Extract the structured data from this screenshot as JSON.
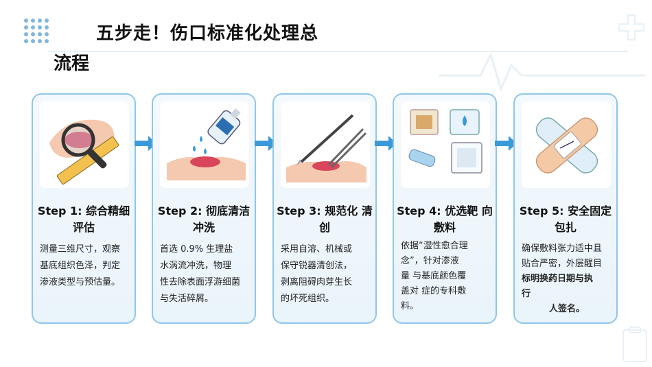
{
  "title": {
    "line1": "五步走！伤口标准化处理总",
    "line2": "流程"
  },
  "steps": [
    {
      "heading": "Step   1: 综合精细评估",
      "desc_lines": [
        "测量三维尺寸，观察",
        "基底组织色泽，判定",
        "渗液类型与预估量。"
      ],
      "icon": "magnifier-ruler-wound-icon"
    },
    {
      "heading": "Step  2: 彻底清洁冲洗",
      "desc_lines": [
        "首选 0.9% 生理盐",
        "水涡流冲洗，物理",
        "性去除表面浮游细菌",
        "与失活碎屑。"
      ],
      "icon": "saline-bottle-icon"
    },
    {
      "heading": "Step   3: 规范化  清创",
      "desc_lines": [
        "采用自溶、机械或",
        "保守锐器清创法，",
        "剥离阻碍肉芽生长",
        "的坏死组织。"
      ],
      "icon": "scalpel-forceps-icon"
    },
    {
      "heading": "Step   4: 优选靶  向敷料",
      "desc_lines": [
        "依据“湿性愈合理",
        "念”，针对渗液",
        "量  与基底颜色覆",
        "盖对  症的专科敷",
        "料。"
      ],
      "icon": "dressings-icon"
    },
    {
      "heading": "Step   5: 安全固定包扎",
      "desc_lines": [
        "确保敷料张力适中且",
        "贴合严密，外层醒目",
        "标明换药日期与执",
        "行",
        "人签名。"
      ],
      "icon": "bandage-cross-icon"
    }
  ],
  "colors": {
    "card_border": "#8fc6ea",
    "arrow": "#3a9ad9",
    "wound_red": "#d9455a",
    "skin": "#f4c9b0"
  }
}
